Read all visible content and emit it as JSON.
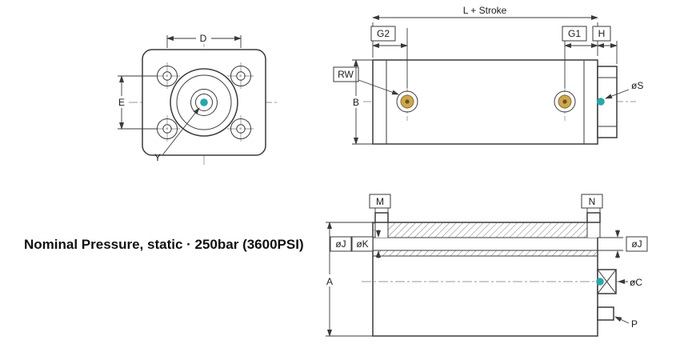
{
  "title": "Nominal Pressure, static · 250bar (3600PSI)",
  "front_view": {
    "d": "D",
    "e": "E",
    "y": "Y"
  },
  "side_view": {
    "l_stroke": "L + Stroke",
    "g2": "G2",
    "g1": "G1",
    "h": "H",
    "rw": "RW",
    "b": "B",
    "s": "øS"
  },
  "section_view": {
    "m": "M",
    "n": "N",
    "j_left": "øJ",
    "k": "øK",
    "j_right": "øJ",
    "a": "A",
    "c": "øC",
    "p": "P"
  },
  "colors": {
    "accent_teal": "#2aa7a7",
    "port_gold": "#cfa64e",
    "line": "#3a3a3a"
  }
}
